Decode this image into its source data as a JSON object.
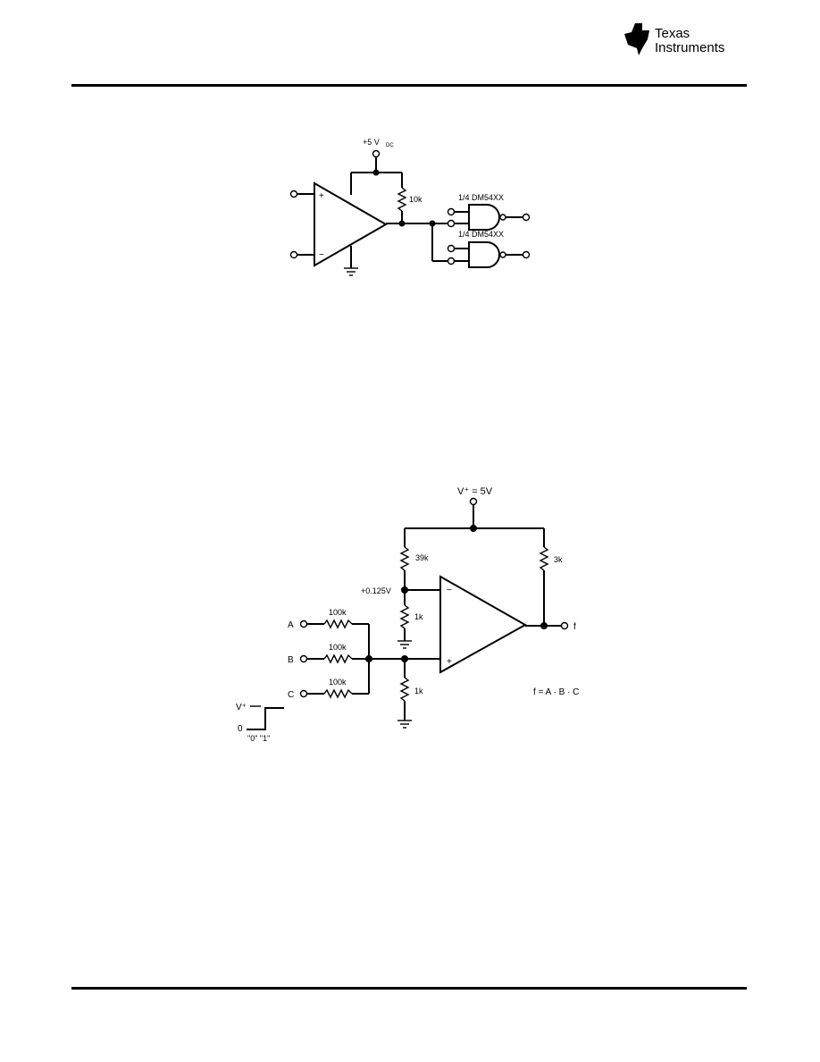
{
  "header": {
    "logo_line1": "Texas",
    "logo_line2": "Instruments"
  },
  "circuit1": {
    "supply_label": "+5 V",
    "supply_subscript": "DC",
    "resistor_label": "10k",
    "gate1_label": "1/4 DM54XX",
    "gate2_label": "1/4 DM54XX",
    "plus_sign": "+",
    "minus_sign": "−"
  },
  "circuit2": {
    "supply_label": "V⁺ = 5V",
    "r_top_label": "39k",
    "r_out_label": "3k",
    "ref_voltage_label": "+0.125V",
    "r_mid_label": "1k",
    "r_bottom_label": "1k",
    "input_a": "A",
    "input_b": "B",
    "input_c": "C",
    "r_a_label": "100k",
    "r_b_label": "100k",
    "r_c_label": "100k",
    "output_label": "f",
    "formula": "f = A · B · C",
    "minus_sign": "−",
    "plus_sign": "+",
    "legend_vplus": "V⁺",
    "legend_zero": "0",
    "legend_states": "\"0\"  \"1\""
  }
}
